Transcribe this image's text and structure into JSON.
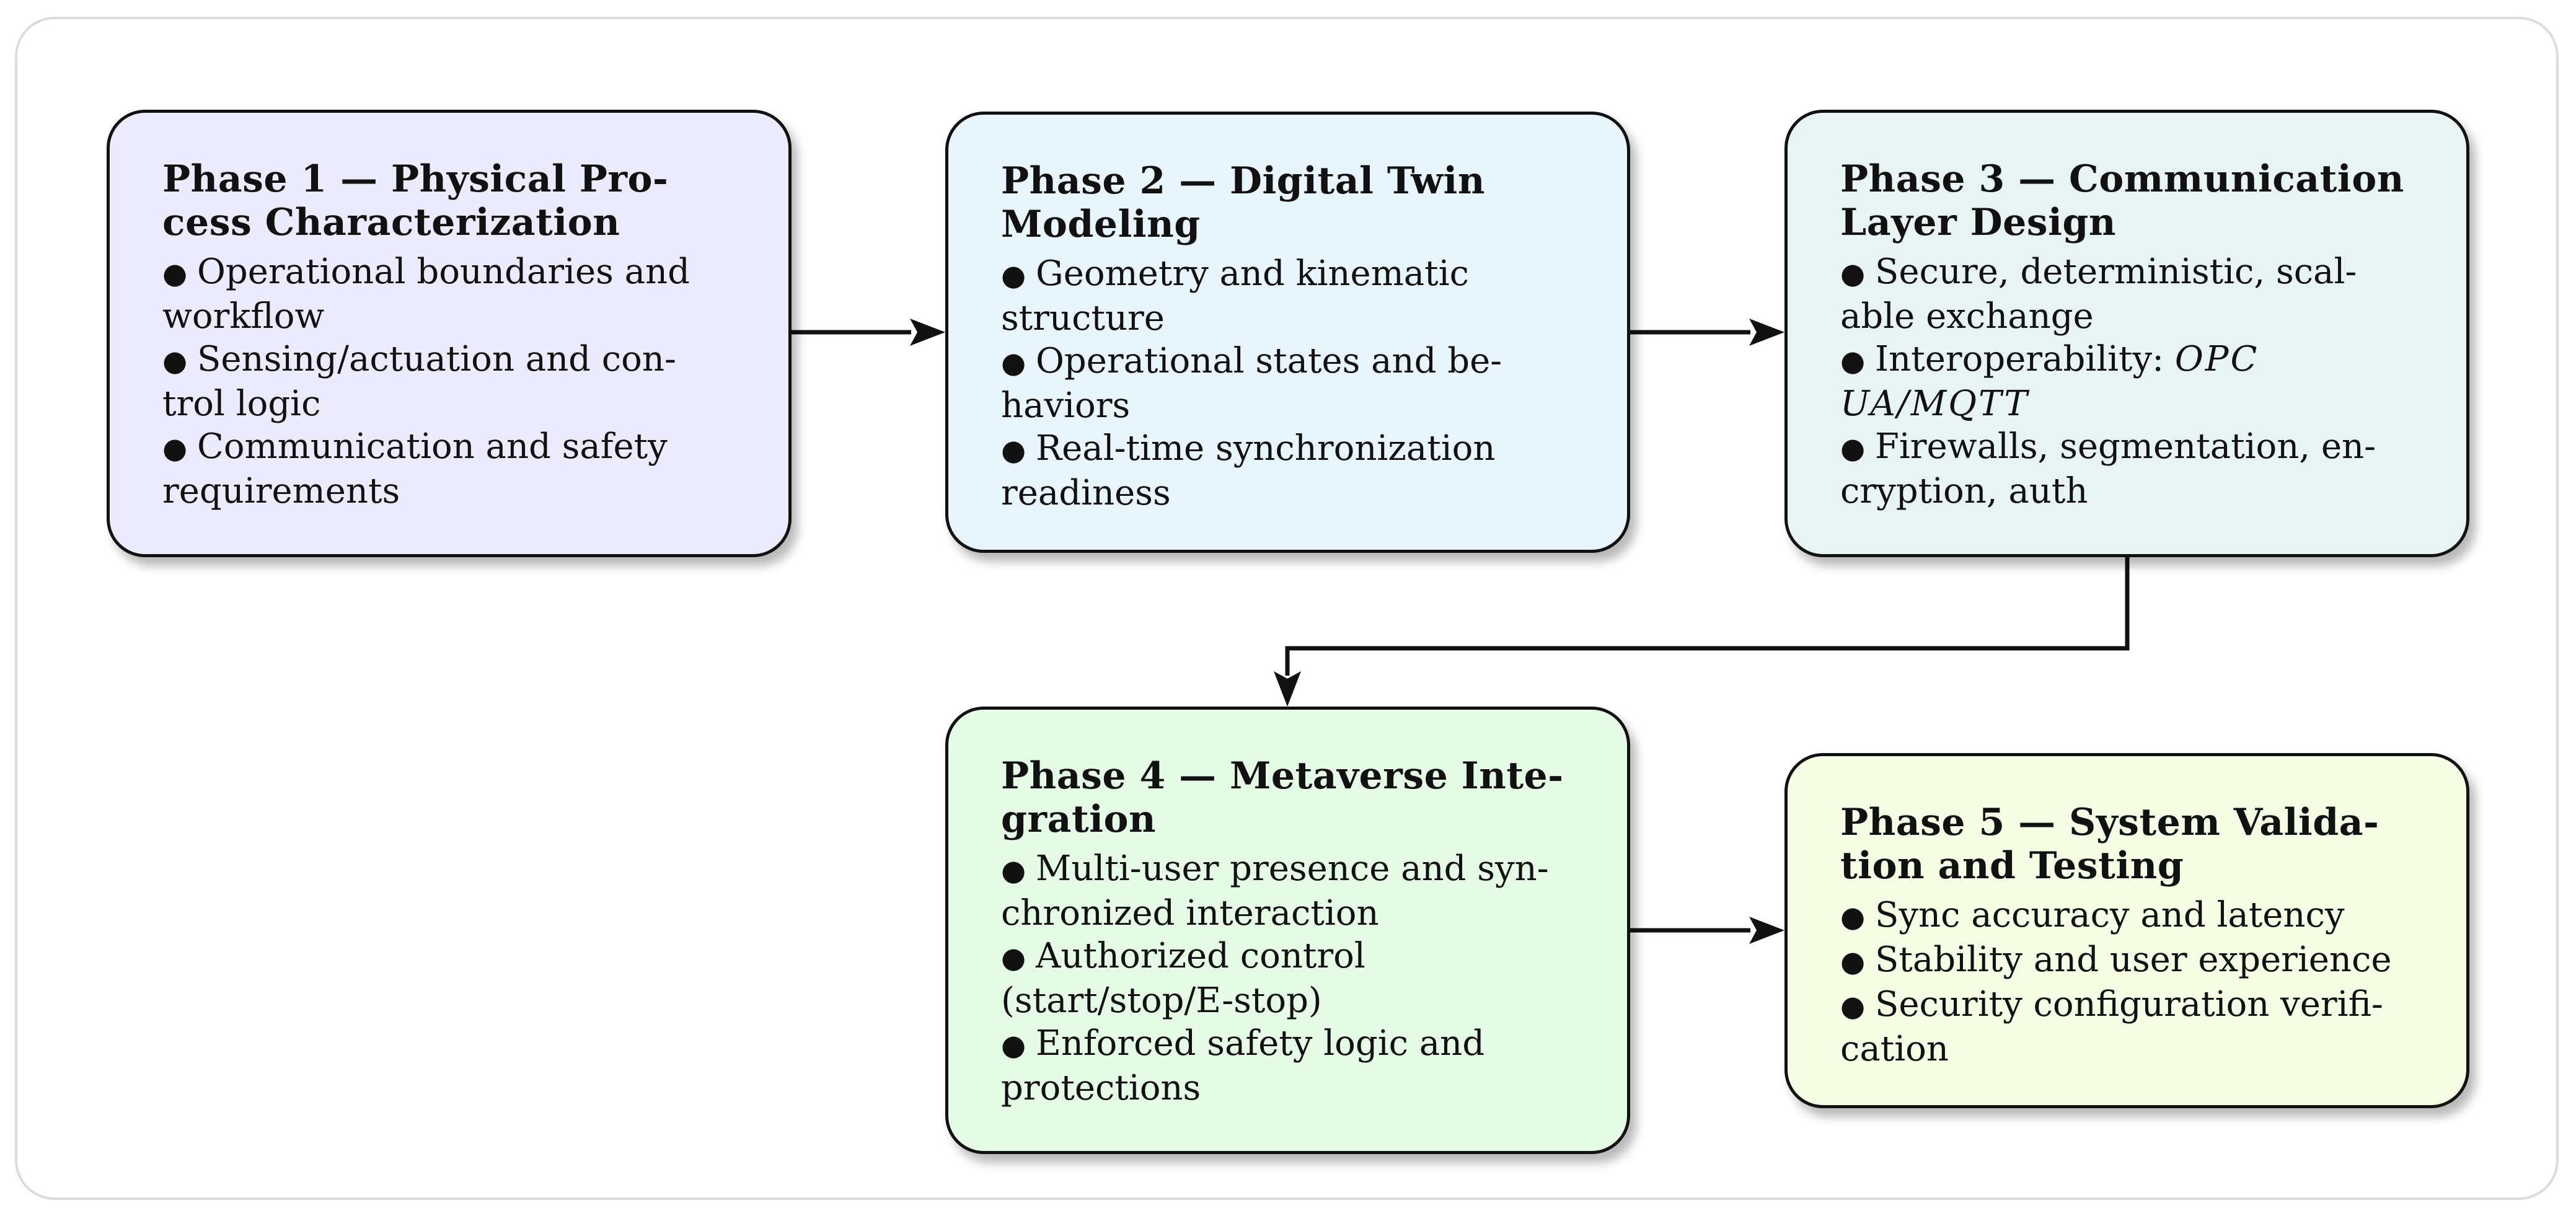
{
  "phases": [
    {
      "title": "Phase 1 — Physical Process Characterization",
      "title_lines": [
        "Phase 1 — Physical Pro-",
        "cess Characterization"
      ],
      "items": [
        [
          "Operational boundaries and",
          "workflow"
        ],
        [
          "Sensing/actuation and con-",
          "trol logic"
        ],
        [
          "Communication and safety",
          "requirements"
        ]
      ],
      "fill_color": "#ebebfd"
    },
    {
      "title": "Phase 2 — Digital Twin Modeling",
      "title_lines": [
        "Phase 2 — Digital Twin",
        "Modeling"
      ],
      "items": [
        [
          "Geometry and kinematic",
          "structure"
        ],
        [
          "Operational states and be-",
          "haviors"
        ],
        [
          "Real-time synchronization",
          "readiness"
        ]
      ],
      "fill_color": "#e8f5fc"
    },
    {
      "title": "Phase 3 — Communication Layer Design",
      "title_lines": [
        "Phase 3 — Communication",
        "Layer Design"
      ],
      "items": [
        [
          "Secure, deterministic, scal-",
          "able exchange"
        ],
        [
          "Interoperability:  OPC",
          "UA/MQTT"
        ],
        [
          "Firewalls, segmentation, en-",
          "cryption, auth"
        ]
      ],
      "fill_color": "#e8f3f4"
    },
    {
      "title": "Phase 4 — Metaverse Integration",
      "title_lines": [
        "Phase 4 — Metaverse Inte-",
        "gration"
      ],
      "items": [
        [
          "Multi-user presence and syn-",
          "chronized interaction"
        ],
        [
          "Authorized control",
          "(start/stop/E-stop)"
        ],
        [
          "Enforced safety logic and",
          "protections"
        ]
      ],
      "fill_color": "#e6fbe6"
    },
    {
      "title": "Phase 5 — System Validation and Testing",
      "title_lines": [
        "Phase 5 — System Valida-",
        "tion and Testing"
      ],
      "items": [
        [
          "Sync accuracy and latency"
        ],
        [
          "Stability and user experience"
        ],
        [
          "Security configuration verifi-",
          "cation"
        ]
      ],
      "fill_color": "#f5fde4"
    }
  ],
  "bullet_glyph": "●",
  "connectors": [
    {
      "from": "phase-1",
      "to": "phase-2"
    },
    {
      "from": "phase-2",
      "to": "phase-3"
    },
    {
      "from": "phase-3",
      "to": "phase-4"
    },
    {
      "from": "phase-4",
      "to": "phase-5"
    }
  ]
}
